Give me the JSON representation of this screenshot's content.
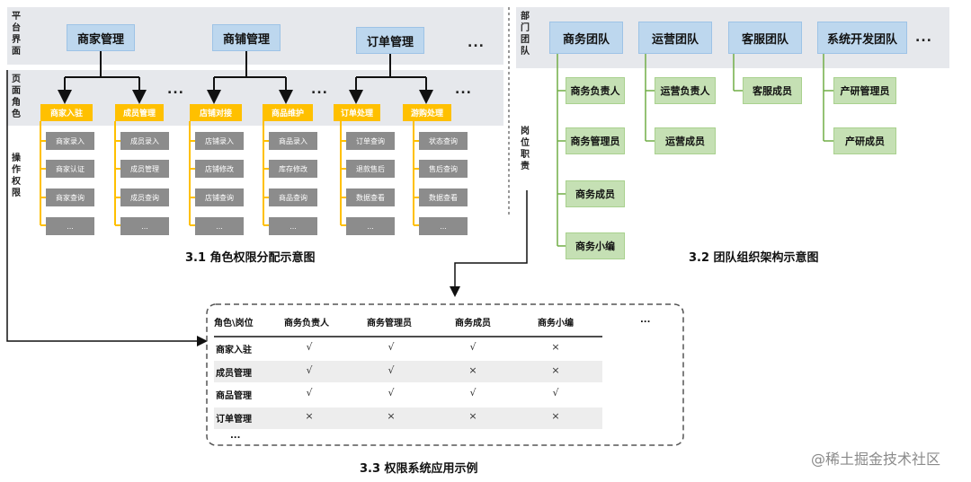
{
  "section1": {
    "labels": {
      "platform": "平台界面",
      "role": "页面角色",
      "perm": "操作权限"
    },
    "top_modules": [
      "商家管理",
      "商铺管理",
      "订单管理"
    ],
    "top_more": "...",
    "roles": [
      "商家入驻",
      "成员管理",
      "店铺对接",
      "商品维护",
      "订单处理",
      "游购处理"
    ],
    "role_more": [
      "...",
      "...",
      "..."
    ],
    "perms": [
      [
        "商家录入",
        "商家认证",
        "商家查询",
        "..."
      ],
      [
        "成员录入",
        "成员管理",
        "成员查询",
        "..."
      ],
      [
        "店铺录入",
        "店铺修改",
        "店铺查询",
        "..."
      ],
      [
        "商品录入",
        "库存修改",
        "商品查询",
        "..."
      ],
      [
        "订单查询",
        "退款售后",
        "数据查看",
        "..."
      ],
      [
        "状态查询",
        "售后查询",
        "数据查看",
        "..."
      ]
    ],
    "caption": "3.1 角色权限分配示意图"
  },
  "section2": {
    "labels": {
      "dept": "部门团队",
      "post": "岗位职责"
    },
    "teams": [
      "商务团队",
      "运营团队",
      "客服团队",
      "系统开发团队"
    ],
    "team_more": "...",
    "members": [
      [
        "商务负责人",
        "商务管理员",
        "商务成员",
        "商务小编"
      ],
      [
        "运营负责人",
        "运营成员"
      ],
      [
        "客服成员"
      ],
      [
        "产研管理员",
        "产研成员"
      ]
    ],
    "caption": "3.2 团队组织架构示意图"
  },
  "section3": {
    "corner": "角色\\岗位",
    "columns": [
      "商务负责人",
      "商务管理员",
      "商务成员",
      "商务小编"
    ],
    "col_more": "...",
    "rows": [
      {
        "label": "商家入驻",
        "marks": [
          "√",
          "√",
          "√",
          "×"
        ]
      },
      {
        "label": "成员管理",
        "marks": [
          "√",
          "√",
          "×",
          "×"
        ]
      },
      {
        "label": "商品管理",
        "marks": [
          "√",
          "√",
          "√",
          "√"
        ]
      },
      {
        "label": "订单管理",
        "marks": [
          "×",
          "×",
          "×",
          "×"
        ]
      }
    ],
    "row_more": "...",
    "caption": "3.3 权限系统应用示例"
  },
  "watermark": "@稀土掘金技术社区"
}
